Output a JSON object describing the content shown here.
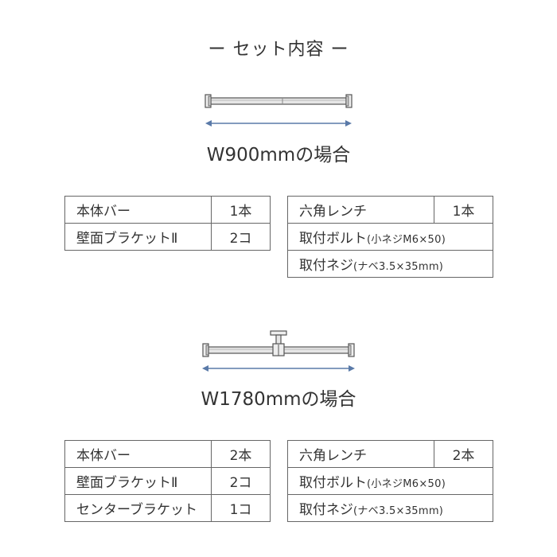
{
  "title": "ー セット内容 ー",
  "sections": [
    {
      "caption": "W900mmの場合",
      "left_table": [
        {
          "name": "本体バー",
          "qty": "1本"
        },
        {
          "name": "壁面ブラケットⅡ",
          "qty": "2コ"
        }
      ],
      "right_table": [
        {
          "name": "六角レンチ",
          "qty": "1本"
        },
        {
          "name": "取付ボルト",
          "note": "(小ネジM6×50)"
        },
        {
          "name": "取付ネジ",
          "note": "(ナベ3.5×35mm)"
        }
      ]
    },
    {
      "caption": "W1780mmの場合",
      "left_table": [
        {
          "name": "本体バー",
          "qty": "2本"
        },
        {
          "name": "壁面ブラケットⅡ",
          "qty": "2コ"
        },
        {
          "name": "センターブラケット",
          "qty": "1コ"
        }
      ],
      "right_table": [
        {
          "name": "六角レンチ",
          "qty": "2本"
        },
        {
          "name": "取付ボルト",
          "note": "(小ネジM6×50)"
        },
        {
          "name": "取付ネジ",
          "note": "(ナベ3.5×35mm)"
        }
      ]
    }
  ],
  "colors": {
    "text": "#333333",
    "border": "#666666",
    "dimension_arrow": "#5a7aa8",
    "bar_stroke": "#555555",
    "bar_fill": "#e6e6e6"
  }
}
